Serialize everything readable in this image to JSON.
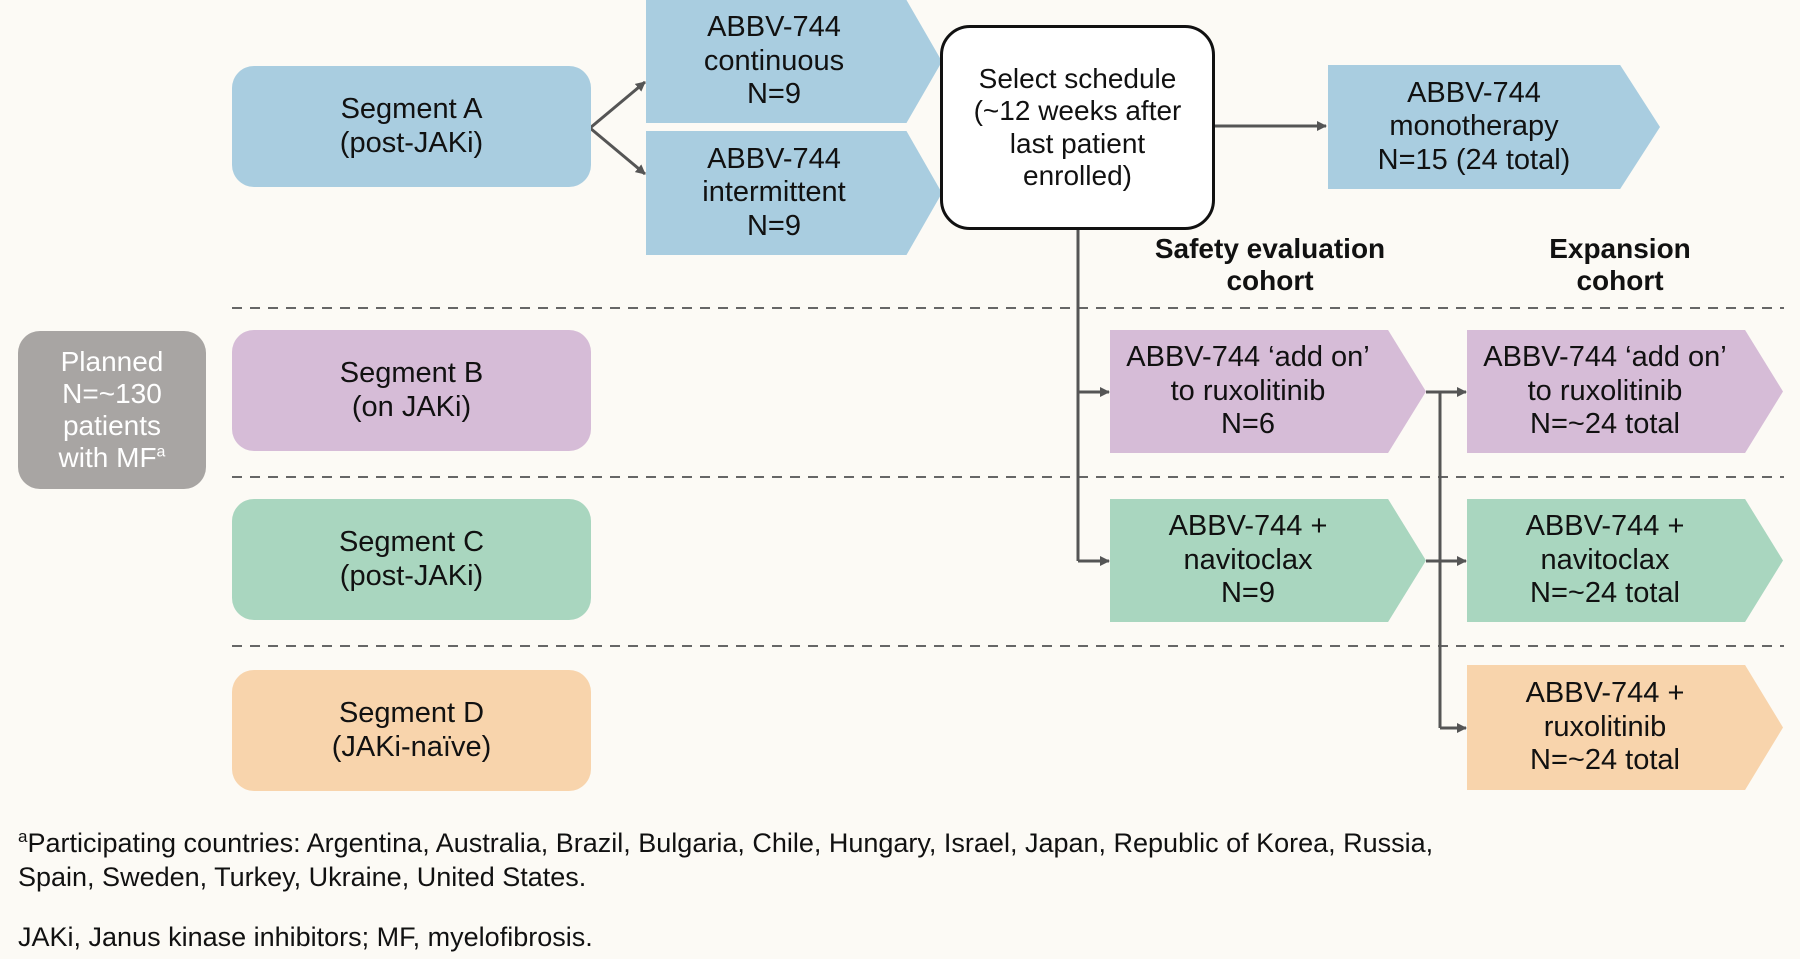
{
  "segments": [
    {
      "name": "Segment A",
      "sub": "(post-JAKi)",
      "color": "#a9cde0"
    },
    {
      "name": "Segment B",
      "sub": "(on JAKi)",
      "color": "#d6bcd7"
    },
    {
      "name": "Segment C",
      "sub": "(post-JAKi)",
      "color": "#a9d6bf"
    },
    {
      "name": "Segment D",
      "sub": "(JAKi-naïve)",
      "color": "#f8d4ac"
    }
  ],
  "planned": {
    "lines": [
      "Planned",
      "N=~130",
      "patients",
      "with MF"
    ],
    "sup": "a"
  },
  "arms_a": [
    {
      "lines": [
        "ABBV-744",
        "continuous",
        "N=9"
      ]
    },
    {
      "lines": [
        "ABBV-744",
        "intermittent",
        "N=9"
      ]
    }
  ],
  "schedule": {
    "lines": [
      "Select schedule",
      "(~12 weeks after",
      "last patient",
      "enrolled)"
    ]
  },
  "monotherapy": {
    "lines": [
      "ABBV-744",
      "monotherapy",
      "N=15 (24 total)"
    ]
  },
  "headers": {
    "safety": [
      "Safety evaluation",
      "cohort"
    ],
    "expansion": [
      "Expansion",
      "cohort"
    ]
  },
  "safety": [
    {
      "lines": [
        "ABBV-744 ‘add on’",
        "to ruxolitinib",
        "N=6"
      ]
    },
    {
      "lines": [
        "ABBV-744 +",
        "navitoclax",
        "N=9"
      ]
    }
  ],
  "expansion": [
    {
      "lines": [
        "ABBV-744 ‘add on’",
        "to ruxolitinib",
        "N=~24 total"
      ]
    },
    {
      "lines": [
        "ABBV-744 +",
        "navitoclax",
        "N=~24 total"
      ]
    },
    {
      "lines": [
        "ABBV-744 +",
        "ruxolitinib",
        "N=~24 total"
      ]
    }
  ],
  "footnotes": {
    "sup": "a",
    "countries_1": "Participating countries: Argentina, Australia, Brazil, Bulgaria, Chile, Hungary, Israel, Japan, Republic of Korea, Russia,",
    "countries_2": "Spain, Sweden, Turkey, Ukraine, United States.",
    "abbrev": "JAKi, Janus kinase inhibitors; MF, myelofibrosis."
  }
}
